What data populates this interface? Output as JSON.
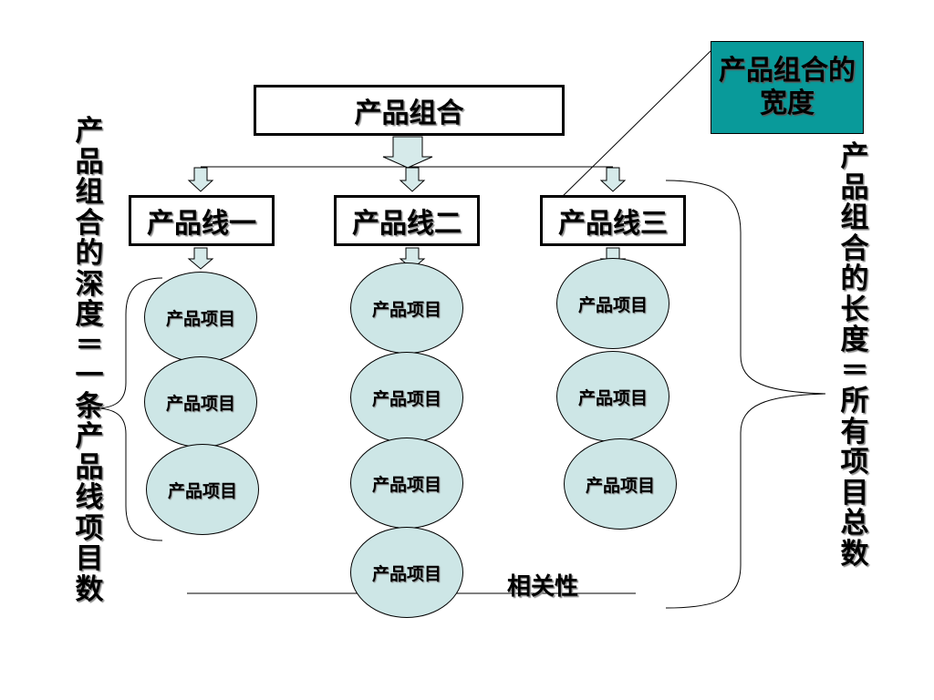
{
  "root_label": "产品组合",
  "width_label": "产品组合的宽度",
  "depth_label": "产品组合的深度＝一条产品线项目数",
  "length_label": "产品组合的长度＝所有项目总数",
  "relevance_label": "相关性",
  "product_lines": [
    {
      "label": "产品线一",
      "items": [
        "产品项目",
        "产品项目",
        "产品项目"
      ]
    },
    {
      "label": "产品线二",
      "items": [
        "产品项目",
        "产品项目",
        "产品项目",
        "产品项目"
      ]
    },
    {
      "label": "产品线三",
      "items": [
        "产品项目",
        "产品项目",
        "产品项目"
      ]
    }
  ],
  "colors": {
    "width_box": "#099a9a",
    "item_fill": "#cde6e6"
  }
}
